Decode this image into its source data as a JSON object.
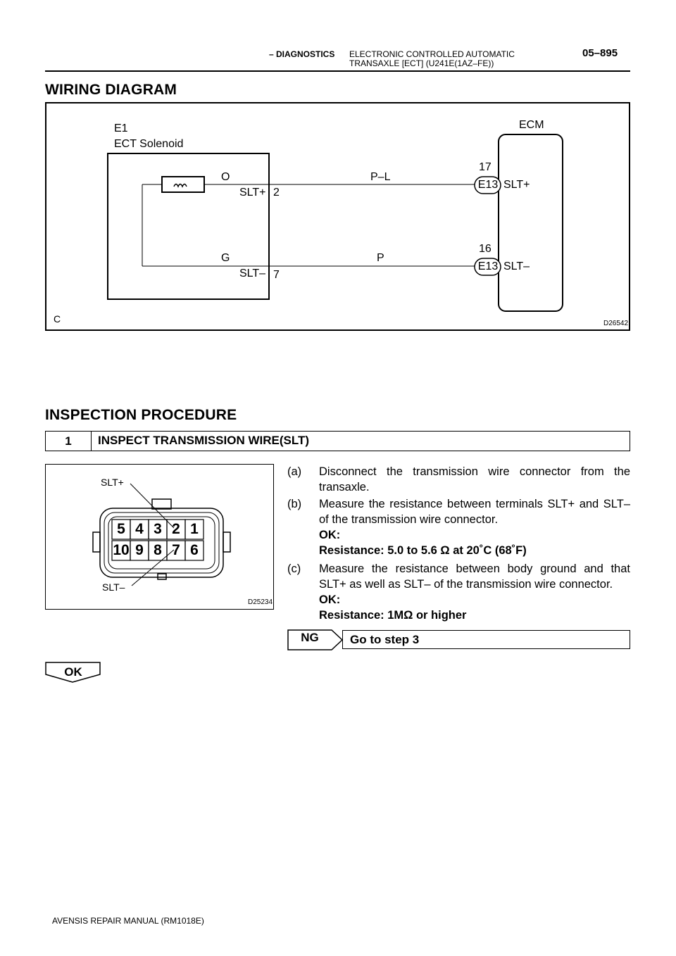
{
  "header": {
    "category": "– DIAGNOSTICS",
    "separator": "–",
    "subtitle_line1": "ELECTRONIC CONTROLLED AUTOMATIC",
    "subtitle_line2": "TRANSAXLE [ECT] (U241E(1AZ–FE))",
    "page_number": "05–895"
  },
  "wiring": {
    "heading": "WIRING DIAGRAM",
    "component_line1": "E1",
    "component_line2": "ECT Solenoid",
    "ecm_label": "ECM",
    "wire_top_color": "O",
    "wire_bottom_color": "G",
    "pin_top_name": "SLT+",
    "pin_top_no": "2",
    "pin_bottom_name": "SLT–",
    "pin_bottom_no": "7",
    "harness_top": "P–L",
    "harness_bottom": "P",
    "ecm_pin_top_no": "17",
    "ecm_pin_bottom_no": "16",
    "ecm_connector_top": "E13",
    "ecm_connector_bottom": "E13",
    "ecm_terminal_top": "SLT+",
    "ecm_terminal_bottom": "SLT–",
    "corner_code": "C",
    "figure_id": "D26542"
  },
  "inspection": {
    "heading": "INSPECTION PROCEDURE",
    "step_number": "1",
    "step_title": "INSPECT TRANSMISSION WIRE(SLT)",
    "connector_figure": {
      "label_top": "SLT+",
      "label_bottom": "SLT–",
      "pins_top": [
        "5",
        "4",
        "3",
        "2",
        "1"
      ],
      "pins_bottom": [
        "10",
        "9",
        "8",
        "7",
        "6"
      ],
      "figure_id": "D25234"
    },
    "a_label": "(a)",
    "a_text": "Disconnect the transmission wire connector from the transaxle.",
    "b_label": "(b)",
    "b_text": "Measure the resistance between terminals SLT+ and SLT– of the transmission wire connector.",
    "b_ok": "OK:",
    "b_spec": "Resistance: 5.0 to 5.6 Ω at 20˚C (68˚F)",
    "c_label": "(c)",
    "c_text": "Measure the resistance between body ground and that SLT+ as well as SLT– of the transmission wire connector.",
    "c_ok": "OK:",
    "c_spec": "Resistance: 1MΩ or higher",
    "ng_label": "NG",
    "ng_action": "Go to step 3",
    "ok_label": "OK"
  },
  "footer": {
    "text": "AVENSIS REPAIR MANUAL   (RM1018E)"
  }
}
